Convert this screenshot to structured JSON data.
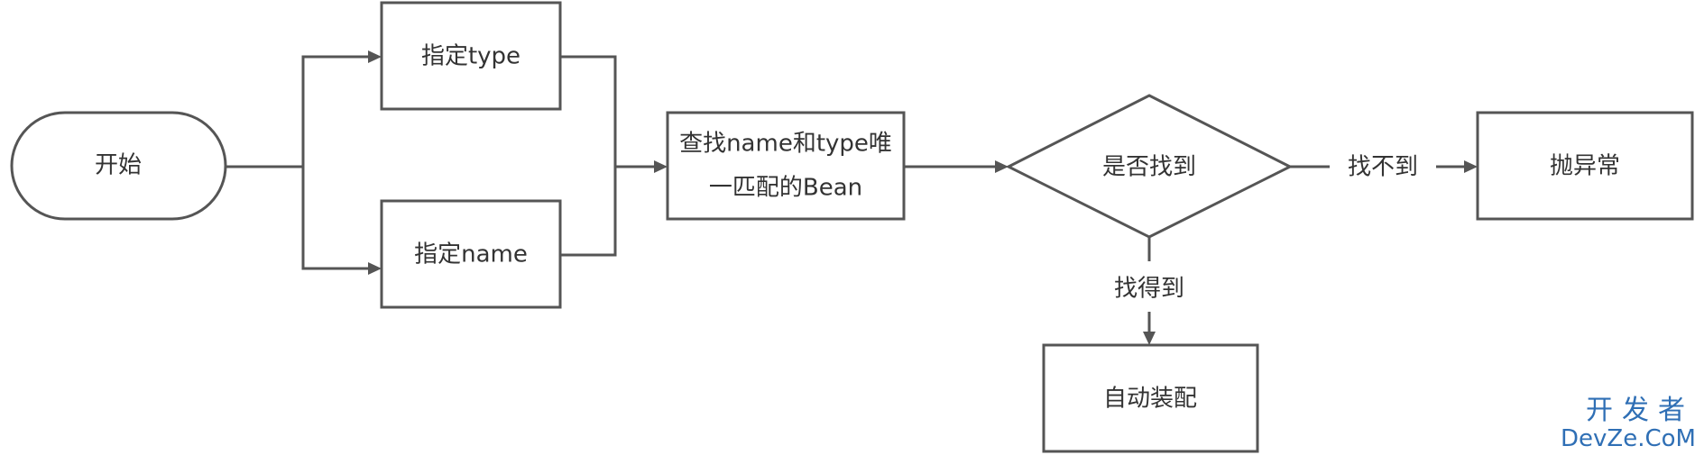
{
  "nodes": {
    "start": "开始",
    "type": "指定type",
    "name": "指定name",
    "lookup_line1": "查找name和type唯",
    "lookup_line2": "一匹配的Bean",
    "decision": "是否找到",
    "exception": "抛异常",
    "autowire": "自动装配"
  },
  "edges": {
    "not_found": "找不到",
    "found": "找得到"
  },
  "watermark": {
    "cn": "开发者",
    "en": "DevZe.CoM"
  },
  "colors": {
    "stroke": "#555555",
    "text": "#333333",
    "watermark": "#2f6fb5"
  }
}
